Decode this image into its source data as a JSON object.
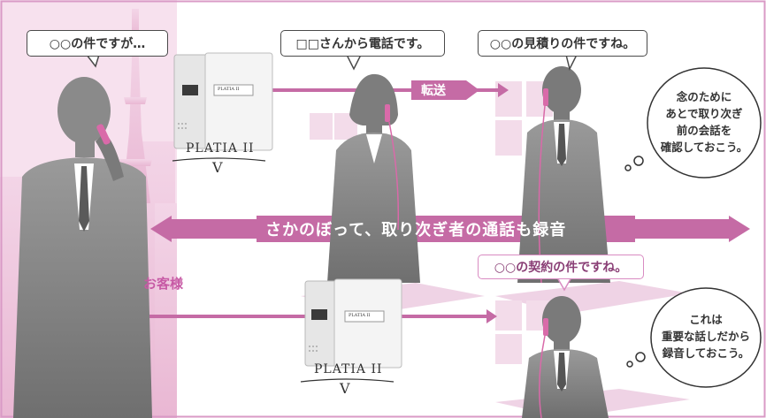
{
  "bubbles": {
    "customer": "○○の件ですが…",
    "operator": "□□さんから電話です。",
    "staff_top": "○○の見積りの件ですね。",
    "staff_bottom": "○○の契約の件ですね。"
  },
  "thoughts": {
    "top": [
      "念のために",
      "あとで取り次ぎ",
      "前の会話を",
      "確認しておこう。"
    ],
    "bottom": [
      "これは",
      "重要な話しだから",
      "録音しておこう。"
    ]
  },
  "labels": {
    "transfer": "転送",
    "banner": "さかのぼって、取り次ぎ者の通話も録音",
    "customer": "お客様"
  },
  "device": {
    "brand": "PLATIA II",
    "mark": "V",
    "panel": "PLATIA II"
  },
  "colors": {
    "pink": "#c56ba5",
    "pink_light": "#f6dcec",
    "silhouette": "#888888",
    "frame": "#d99ac6"
  }
}
